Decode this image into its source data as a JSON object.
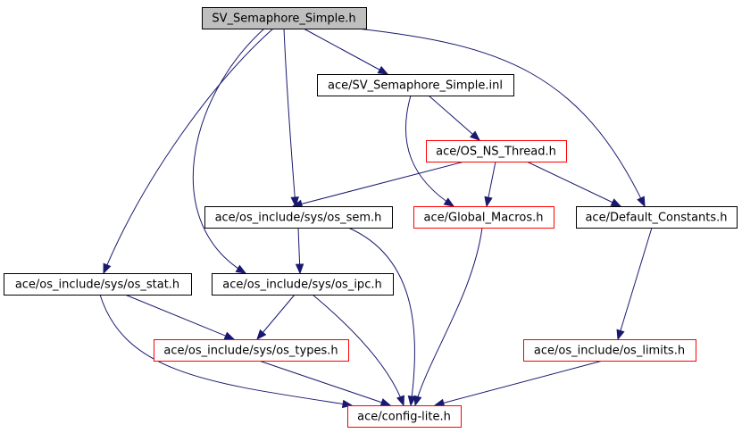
{
  "colors": {
    "edge": "#191970",
    "root_fill": "#bfbfbf",
    "root_border": "#000000",
    "normal_border": "#000000",
    "unresolved_border": "#ff0000",
    "node_fill": "#ffffff"
  },
  "nodes": [
    {
      "id": "root",
      "label": "SV_Semaphore_Simple.h",
      "style": "root"
    },
    {
      "id": "inl",
      "label": "ace/SV_Semaphore_Simple.inl",
      "style": "normal"
    },
    {
      "id": "osns",
      "label": "ace/OS_NS_Thread.h",
      "style": "unresolved"
    },
    {
      "id": "sem",
      "label": "ace/os_include/sys/os_sem.h",
      "style": "normal"
    },
    {
      "id": "glob",
      "label": "ace/Global_Macros.h",
      "style": "unresolved"
    },
    {
      "id": "defc",
      "label": "ace/Default_Constants.h",
      "style": "normal"
    },
    {
      "id": "stat",
      "label": "ace/os_include/sys/os_stat.h",
      "style": "normal"
    },
    {
      "id": "ipc",
      "label": "ace/os_include/sys/os_ipc.h",
      "style": "normal"
    },
    {
      "id": "types",
      "label": "ace/os_include/sys/os_types.h",
      "style": "unresolved"
    },
    {
      "id": "limits",
      "label": "ace/os_include/os_limits.h",
      "style": "unresolved"
    },
    {
      "id": "cfg",
      "label": "ace/config-lite.h",
      "style": "unresolved"
    }
  ],
  "edges": [
    {
      "from": "root",
      "to": "inl"
    },
    {
      "from": "root",
      "to": "sem"
    },
    {
      "from": "root",
      "to": "stat"
    },
    {
      "from": "root",
      "to": "ipc"
    },
    {
      "from": "root",
      "to": "defc"
    },
    {
      "from": "inl",
      "to": "osns"
    },
    {
      "from": "inl",
      "to": "glob"
    },
    {
      "from": "osns",
      "to": "sem"
    },
    {
      "from": "osns",
      "to": "glob"
    },
    {
      "from": "osns",
      "to": "defc"
    },
    {
      "from": "sem",
      "to": "ipc"
    },
    {
      "from": "sem",
      "to": "cfg"
    },
    {
      "from": "glob",
      "to": "cfg"
    },
    {
      "from": "defc",
      "to": "limits"
    },
    {
      "from": "stat",
      "to": "types"
    },
    {
      "from": "stat",
      "to": "cfg"
    },
    {
      "from": "ipc",
      "to": "types"
    },
    {
      "from": "ipc",
      "to": "cfg"
    },
    {
      "from": "types",
      "to": "cfg"
    },
    {
      "from": "limits",
      "to": "cfg"
    }
  ]
}
